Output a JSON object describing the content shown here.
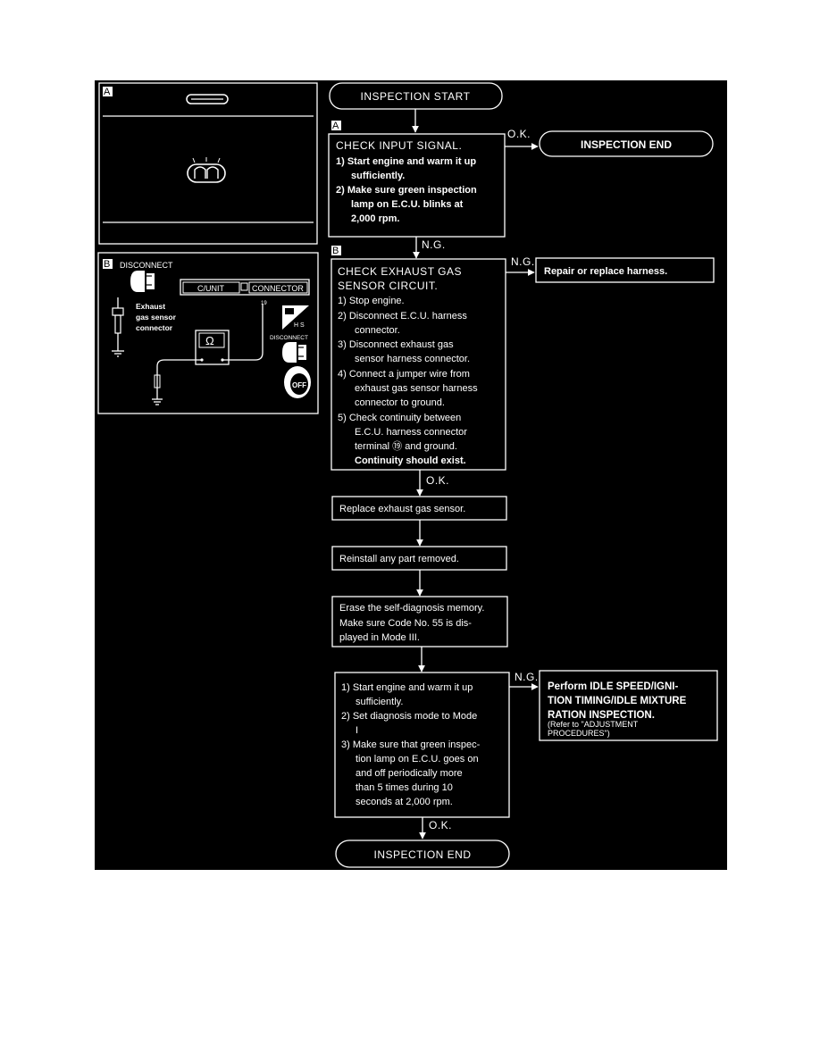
{
  "panel_a": {
    "marker": "A"
  },
  "panel_b": {
    "marker": "B",
    "disconnect_label": "DISCONNECT",
    "c_unit_label": "C/UNIT",
    "connector_label": "CONNECTOR",
    "pin_label": "19",
    "exhaust_label": [
      "Exhaust",
      "gas sensor",
      "connector"
    ],
    "ohm_symbol": "Ω",
    "hs_label": "H S",
    "disconnect2_label": "DISCONNECT",
    "off_label": "OFF"
  },
  "flow": {
    "start": "INSPECTION START",
    "marker_a": "A",
    "marker_b": "B",
    "check_input_title": "CHECK INPUT SIGNAL.",
    "check_input_lines": [
      "1) Start engine and warm it up",
      "sufficiently.",
      "2) Make sure green inspection",
      "lamp on E.C.U. blinks at",
      "2,000 rpm."
    ],
    "ok_label_1": "O.K.",
    "inspection_end_1": "INSPECTION END",
    "ng_label_1": "N.G.",
    "check_exhaust_title": [
      "CHECK EXHAUST GAS",
      "SENSOR CIRCUIT."
    ],
    "check_exhaust_lines": [
      "1) Stop engine.",
      "2) Disconnect E.C.U. harness",
      "connector.",
      "3) Disconnect exhaust gas",
      "sensor harness connector.",
      "4) Connect a jumper wire from",
      "exhaust gas sensor harness",
      "connector to ground.",
      "5) Check continuity between",
      "E.C.U. harness connector",
      "terminal ⑲ and ground.",
      "Continuity should exist."
    ],
    "ng_label_2": "N.G.",
    "repair_box": "Repair or replace harness.",
    "ok_label_2": "O.K.",
    "replace_box": "Replace exhaust gas sensor.",
    "reinstall_box": "Reinstall any part removed.",
    "erase_lines": [
      "Erase the self-diagnosis memory.",
      "Make sure Code No. 55 is dis-",
      "played in Mode III."
    ],
    "final_lines": [
      "1) Start engine and warm it up",
      "sufficiently.",
      "2) Set diagnosis mode to Mode",
      "I",
      "3) Make sure that green inspec-",
      "tion lamp on E.C.U. goes on",
      "and off periodically more",
      "than 5 times during 10",
      "seconds at 2,000 rpm."
    ],
    "ng_label_3": "N.G.",
    "perform_lines": [
      "Perform IDLE SPEED/IGNI-",
      "TION TIMING/IDLE MIXTURE",
      "RATION INSPECTION."
    ],
    "refer_lines": [
      "(Refer to \"ADJUSTMENT",
      "PROCEDURES\")"
    ],
    "ok_label_3": "O.K.",
    "inspection_end_2": "INSPECTION END"
  }
}
